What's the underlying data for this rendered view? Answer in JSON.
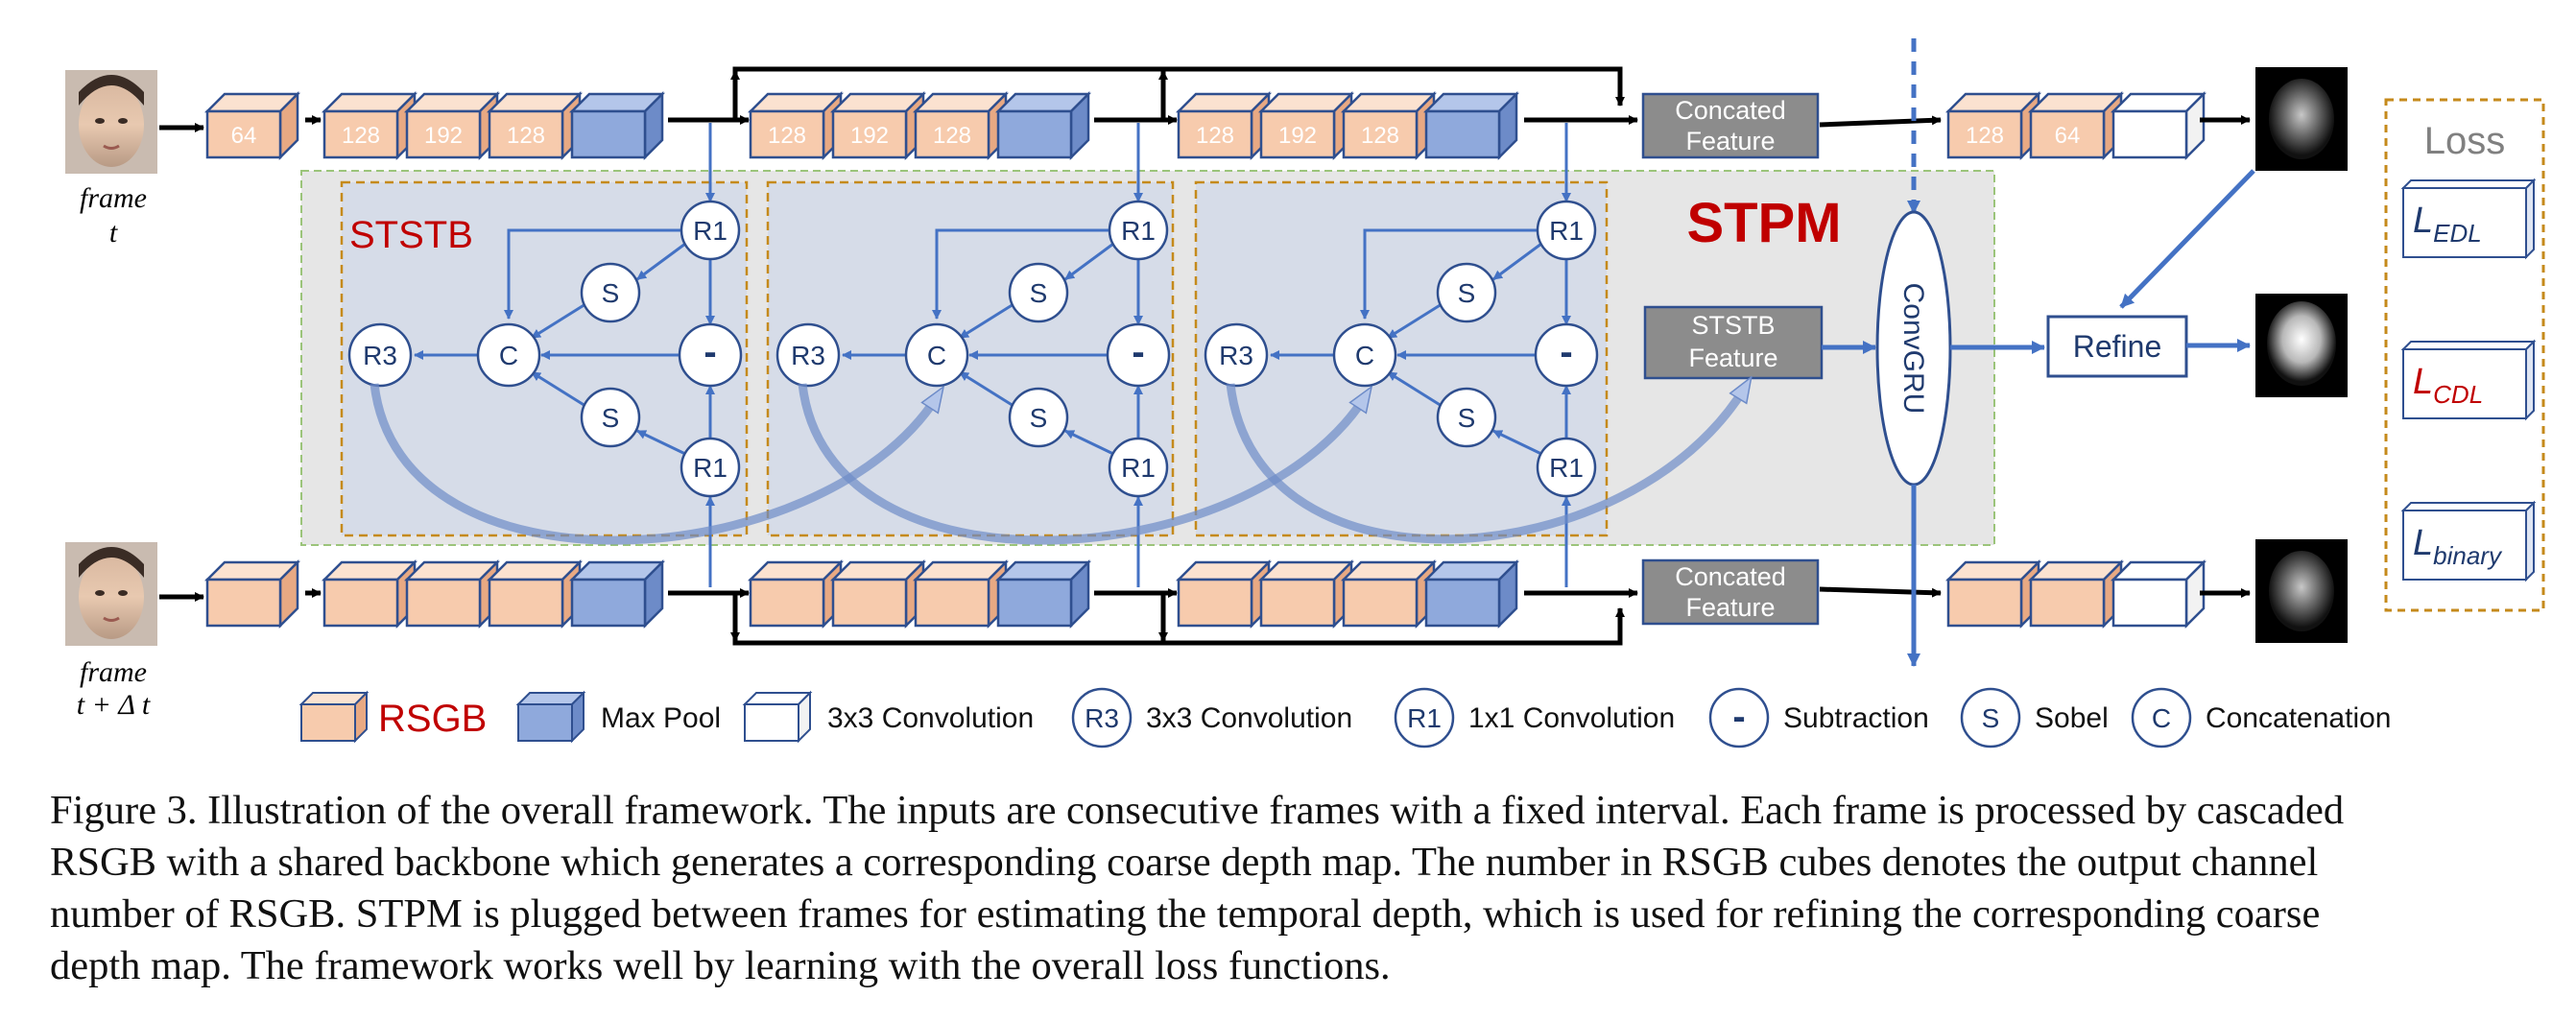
{
  "frames": {
    "top": {
      "line1": "frame",
      "line2": "t"
    },
    "bottom": {
      "line1": "frame",
      "line2": "t + Δ t"
    }
  },
  "top_stream_channels": {
    "first": "64",
    "block1": [
      "128",
      "192",
      "128"
    ],
    "block2": [
      "128",
      "192",
      "128"
    ],
    "block3": [
      "128",
      "192",
      "128"
    ],
    "head": [
      "128",
      "64"
    ]
  },
  "labels": {
    "ststb": "STSTB",
    "stpm": "STPM",
    "concated_feature_top": [
      "Concated",
      "Feature"
    ],
    "concated_feature_bottom": [
      "Concated",
      "Feature"
    ],
    "ststb_feature": [
      "STSTB",
      "Feature"
    ],
    "convgru": "ConvGRU",
    "refine": "Refine"
  },
  "node_labels": {
    "r1": "R1",
    "r3": "R3",
    "s": "S",
    "c": "C",
    "sub": "-"
  },
  "loss": {
    "title": "Loss",
    "items": [
      {
        "main": "L",
        "sub": "EDL",
        "color": "#1f3a6e"
      },
      {
        "main": "L",
        "sub": "CDL",
        "color": "#c00000"
      },
      {
        "main": "L",
        "sub": "binary",
        "color": "#1f3a6e"
      }
    ]
  },
  "legend": {
    "rsgb": "RSGB",
    "maxpool": "Max Pool",
    "conv3x3_box": "3x3 Convolution",
    "r3_symbol": "R3",
    "conv3x3_r3": "3x3 Convolution",
    "r1_symbol": "R1",
    "conv1x1": "1x1 Convolution",
    "sub_symbol": "-",
    "subtraction": "Subtraction",
    "s_symbol": "S",
    "sobel": "Sobel",
    "c_symbol": "C",
    "concatenation": "Concatenation"
  },
  "colors": {
    "rsgb_face": "#f7cbad",
    "rsgb_top": "#fbe2d0",
    "rsgb_side": "#e8a983",
    "pool_face": "#8fa9dc",
    "pool_top": "#b4c6ea",
    "pool_side": "#6d8bc8",
    "edge": "#2f4f8f",
    "arrow_blue": "#4472c4",
    "ststb_red": "#c00000",
    "stpm_bg": "#e6e6e6",
    "ststb_bg": "#d6dce8",
    "dashed_orange": "#c58a1b",
    "dashed_green": "#9bc47a",
    "gray_box": "#8c8c8c"
  },
  "caption": [
    "Figure 3. Illustration of the overall framework.  The inputs are consecutive frames with a fixed interval. Each frame is processed by cascaded",
    "RSGB with a shared backbone which generates a corresponding coarse depth map. The number in RSGB cubes denotes the output channel",
    "number of RSGB. STPM is plugged between frames for estimating the temporal depth, which is used for refining the corresponding coarse",
    "depth map. The framework works well by learning with the overall loss functions."
  ]
}
